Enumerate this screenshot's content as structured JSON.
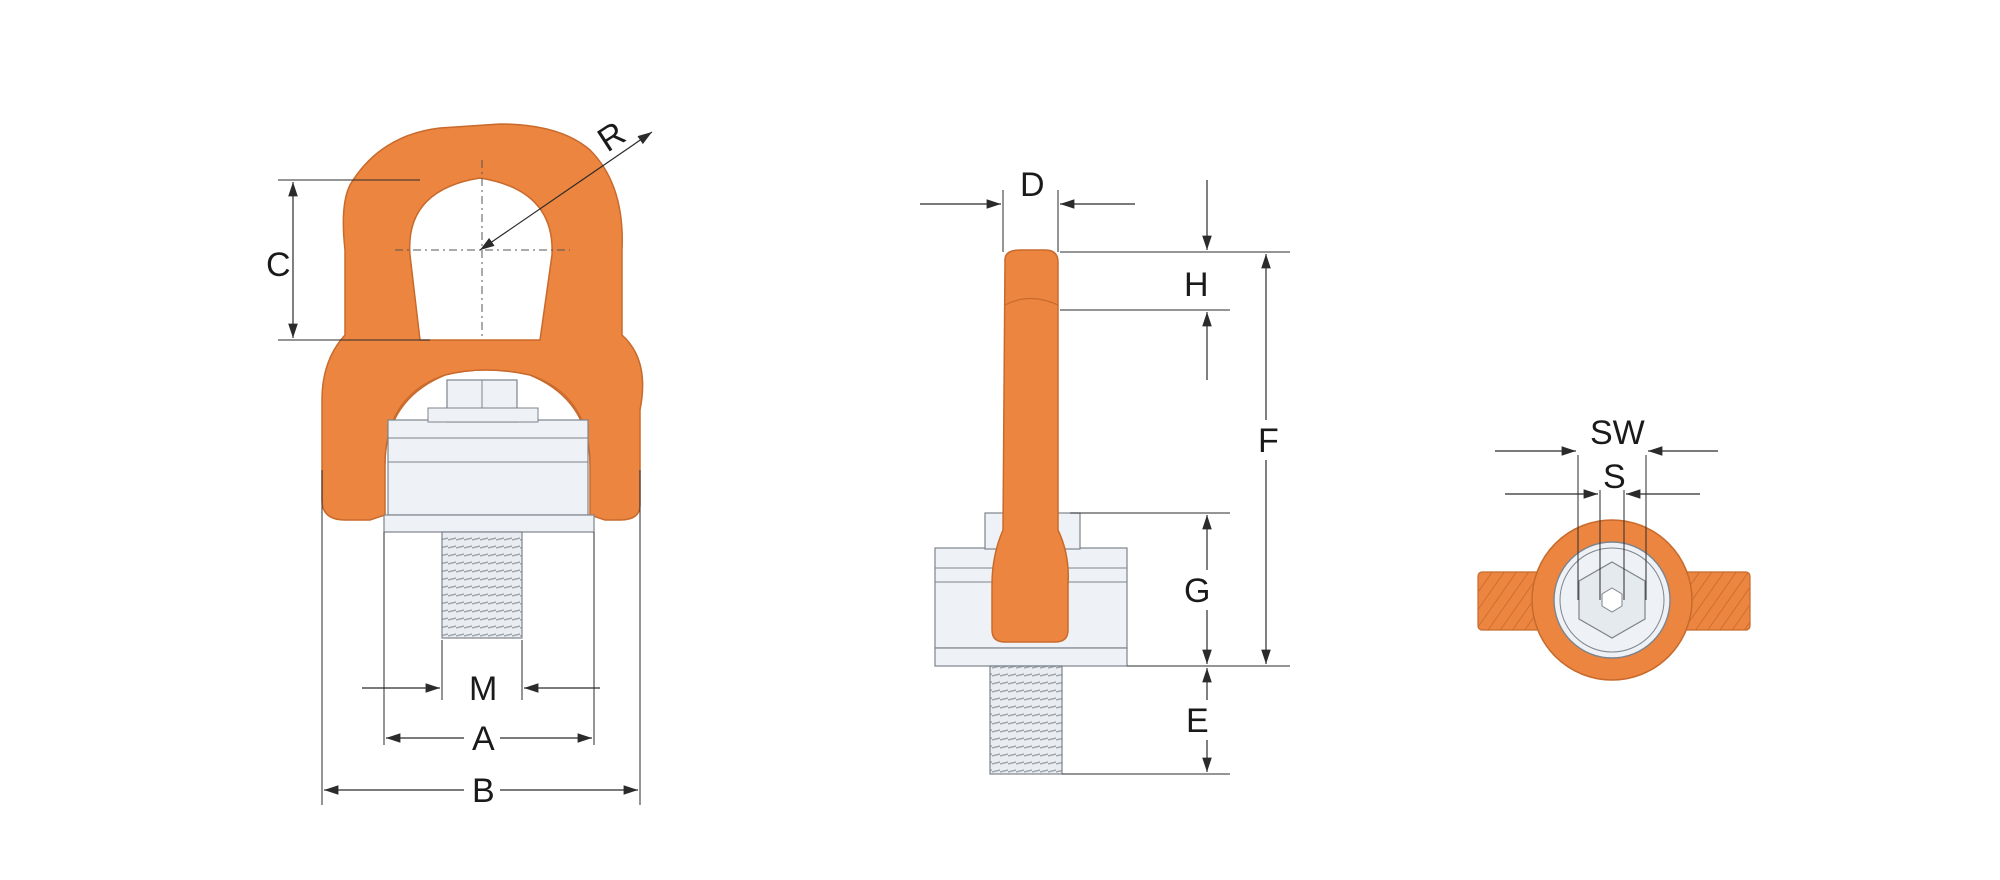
{
  "colors": {
    "body_orange": "#EC853F",
    "steel_light": "#EEF2F6",
    "steel_stroke": "#7d848c",
    "dim_line": "#2b2b2b"
  },
  "front_view": {
    "label_R": "R",
    "label_C": "C",
    "label_M": "M",
    "label_A": "A",
    "label_B": "B"
  },
  "side_view": {
    "label_D": "D",
    "label_H": "H",
    "label_F": "F",
    "label_G": "G",
    "label_E": "E"
  },
  "top_view": {
    "label_SW": "SW",
    "label_S": "S"
  }
}
